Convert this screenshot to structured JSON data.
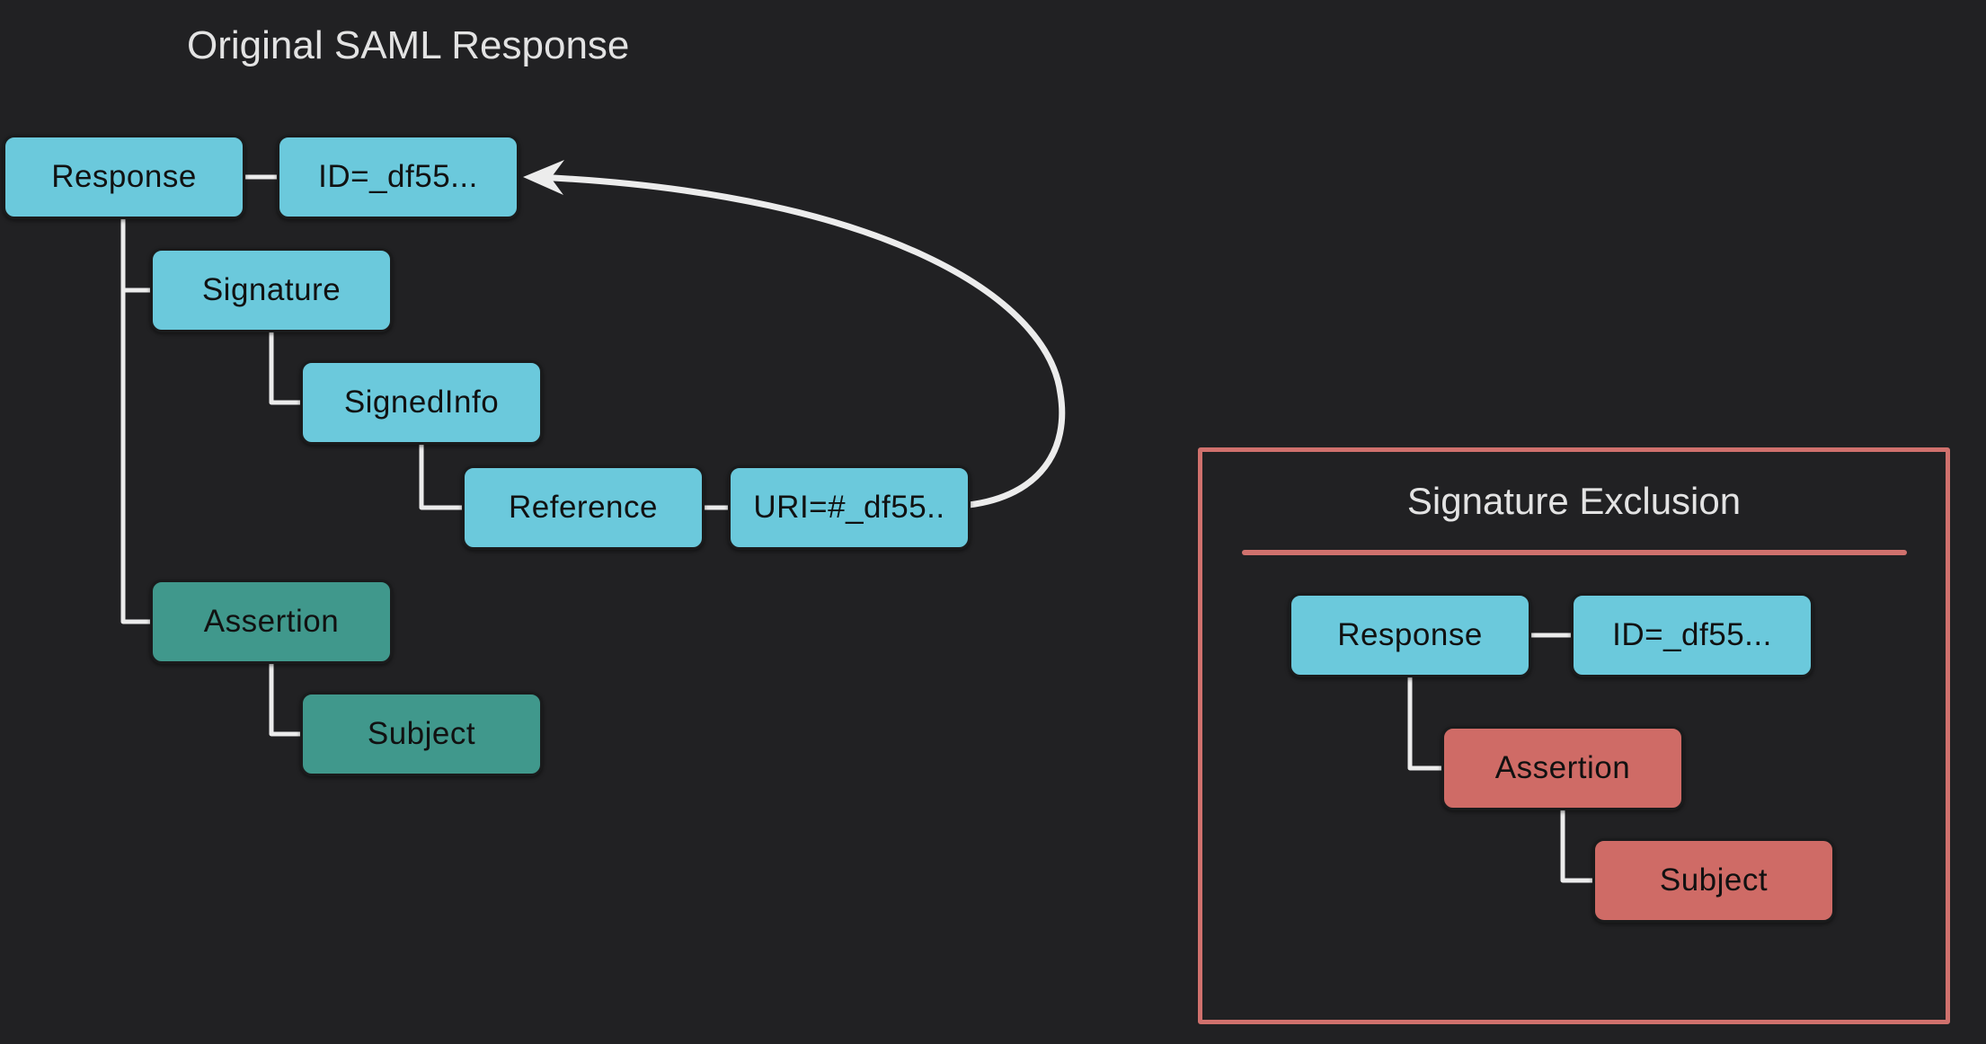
{
  "colors": {
    "bg": "#212123",
    "cyan": "#6bc9dc",
    "teal": "#40988c",
    "red": "#cf6b66",
    "accent": "#d0716d",
    "line": "#ececec",
    "titletext": "#e3e3e3",
    "nodetext": "#111111"
  },
  "left_diagram": {
    "title": "Original SAML Response",
    "nodes": [
      {
        "id": "response",
        "label": "Response"
      },
      {
        "id": "id-attr",
        "label": "ID=_df55..."
      },
      {
        "id": "signature",
        "label": "Signature"
      },
      {
        "id": "signedinfo",
        "label": "SignedInfo"
      },
      {
        "id": "reference",
        "label": "Reference"
      },
      {
        "id": "uri-attr",
        "label": "URI=#_df55.."
      },
      {
        "id": "assertion",
        "label": "Assertion"
      },
      {
        "id": "subject",
        "label": "Subject"
      }
    ]
  },
  "right_panel": {
    "title": "Signature Exclusion",
    "nodes": [
      {
        "id": "response",
        "label": "Response"
      },
      {
        "id": "id-attr",
        "label": "ID=_df55..."
      },
      {
        "id": "assertion",
        "label": "Assertion"
      },
      {
        "id": "subject",
        "label": "Subject"
      }
    ]
  }
}
